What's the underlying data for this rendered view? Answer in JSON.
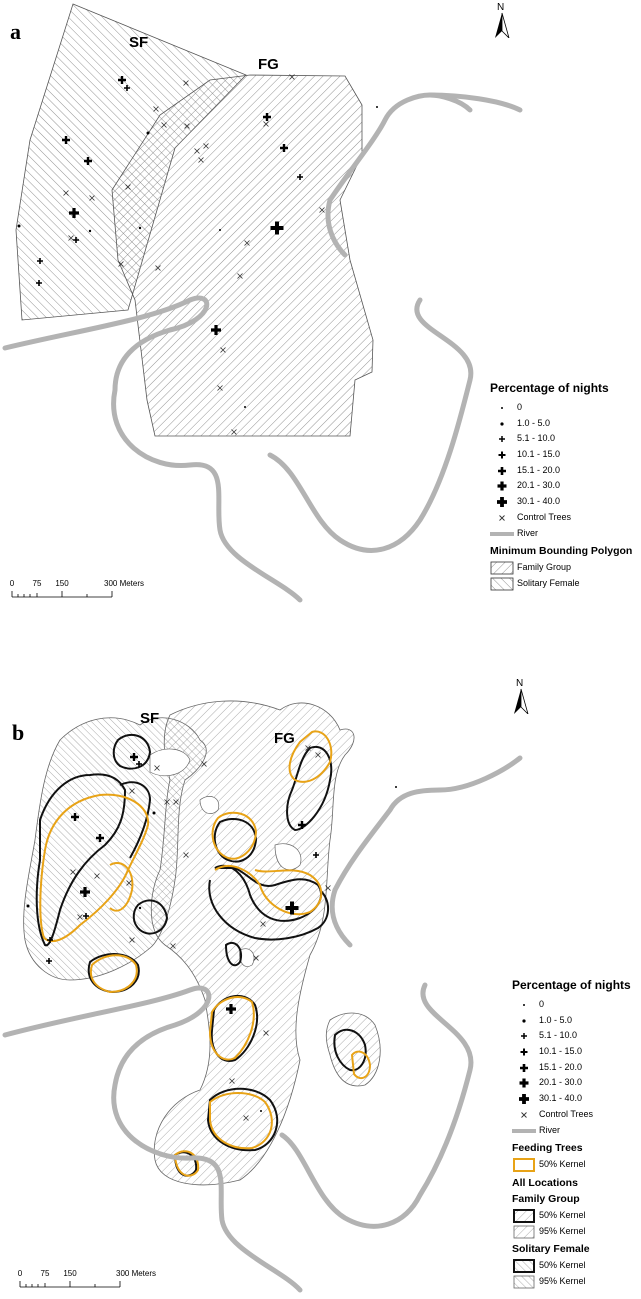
{
  "panel_a": {
    "letter": "a",
    "labels": {
      "sf": "SF",
      "fg": "FG"
    },
    "north": "N",
    "legend": {
      "title": "Percentage of nights",
      "classes": [
        "0",
        "1.0 - 5.0",
        "5.1 - 10.0",
        "10.1 - 15.0",
        "15.1 - 20.0",
        "20.1 - 30.0",
        "30.1 - 40.0"
      ],
      "control": "Control Trees",
      "river": "River",
      "mbp_title": "Minimum Bounding Polygon",
      "family": "Family Group",
      "solitary": "Solitary Female"
    },
    "scale": {
      "ticks": [
        "0",
        "75",
        "150",
        "300 Meters"
      ]
    }
  },
  "panel_b": {
    "letter": "b",
    "labels": {
      "sf": "SF",
      "fg": "FG"
    },
    "north": "N",
    "legend": {
      "title": "Percentage of nights",
      "classes": [
        "0",
        "1.0 - 5.0",
        "5.1 - 10.0",
        "10.1 - 15.0",
        "15.1 - 20.0",
        "20.1 - 30.0",
        "30.1 - 40.0"
      ],
      "control": "Control Trees",
      "river": "River",
      "feeding_title": "Feeding Trees",
      "feeding_50": "50% Kernel",
      "all_title": "All Locations",
      "family_title": "Family Group",
      "family_50": "50% Kernel",
      "family_95": "95% Kernel",
      "solitary_title": "Solitary Female",
      "solitary_50": "50% Kernel",
      "solitary_95": "95% Kernel"
    },
    "scale": {
      "ticks": [
        "0",
        "75",
        "150",
        "300 Meters"
      ]
    }
  },
  "colors": {
    "river": "#b3b3b3",
    "kernel_50_feeding": "#e8a317",
    "outline": "#444444"
  }
}
